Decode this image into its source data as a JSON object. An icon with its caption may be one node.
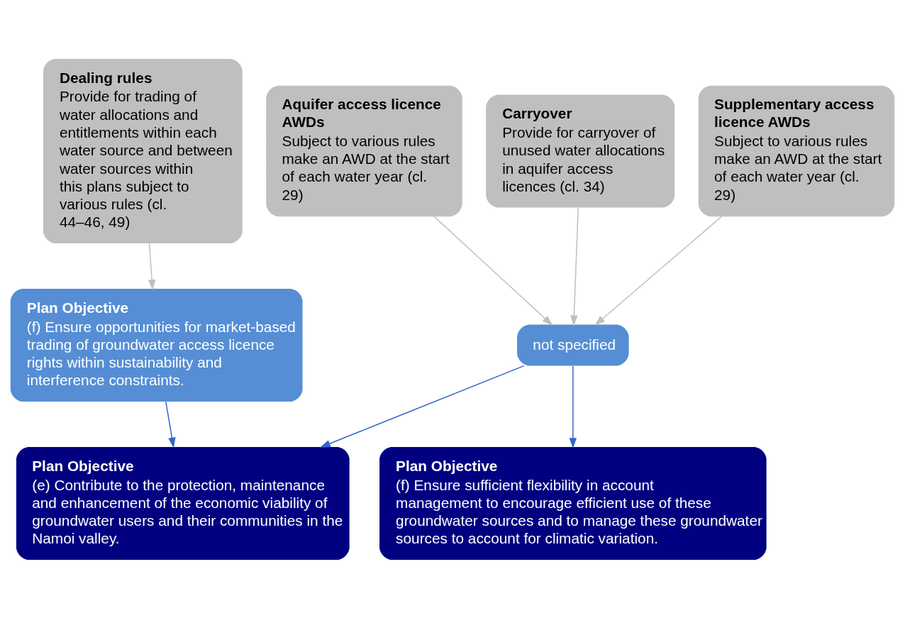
{
  "diagram": {
    "nodes": [
      {
        "text": [
          "Dealing rules",
          "Provide for trading of water allocations and entitlements within each water source and between water sources within this plans subject to various rules (cl. 44–46, 49)"
        ]
      },
      {
        "text": [
          "Aquifer access licence AWDs",
          "Subject to various rules make an AWD at the start of each water year (cl. 29)"
        ]
      },
      {
        "text": [
          "Carryover",
          "Provide for carryover of unused water allocations in aquifer access licences (cl. 34)"
        ]
      },
      {
        "text": [
          "Supplementary access licence AWDs",
          "Subject to various rules make an AWD at the start of each water year (cl. 29)"
        ]
      },
      {
        "text": [
          "Plan Objective",
          "(f) Ensure opportunities for market-based trading of groundwater access licence rights within sustainability and interference constraints."
        ]
      },
      {
        "text": [
          "not specified"
        ]
      },
      {
        "text": [
          "Plan Objective",
          "(e) Contribute to the protection, maintenance and enhancement of the economic viability of groundwater users and their communities in the Namoi valley."
        ]
      },
      {
        "text": [
          "Plan Objective",
          "(f) Ensure sufficient flexibility in account management to encourage efficient use of these groundwater sources and to manage these groundwater sources to account for climatic variation."
        ]
      }
    ],
    "edges": [
      {
        "from": 0,
        "to": 4,
        "arrow": "to"
      },
      {
        "from": 1,
        "to": 5,
        "arrow": "to"
      },
      {
        "from": 2,
        "to": 5,
        "arrow": "to"
      },
      {
        "from": 3,
        "to": 5,
        "arrow": "to"
      },
      {
        "from": 4,
        "to": 6,
        "arrow": "to",
        "color": "#3366cc"
      },
      {
        "from": 5,
        "to": 6,
        "arrow": "to",
        "color": "#3366cc"
      },
      {
        "from": 5,
        "to": 7,
        "arrow": "to",
        "color": "#3366cc"
      }
    ]
  }
}
